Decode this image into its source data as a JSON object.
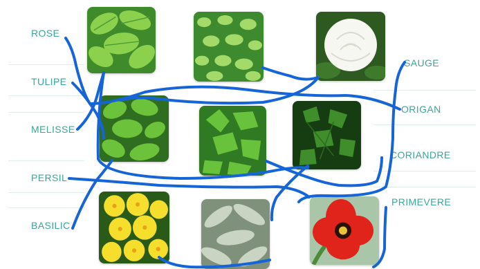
{
  "left_labels": [
    "ROSE",
    "TULIPE",
    "MELISSE",
    "PERSIL",
    "BASILIC"
  ],
  "right_labels": [
    "SAUGE",
    "ORIGAN",
    "CORIANDRE",
    "PRIMEVERE"
  ],
  "photos": [
    {
      "id": "melisse",
      "icon": "mint-leaves-photo",
      "bg": "#3f8a2a",
      "leaf": "#8cd14e"
    },
    {
      "id": "origan",
      "icon": "oregano-leaves-photo",
      "bg": "#3e8a2f",
      "leaf": "#a4da69"
    },
    {
      "id": "rose",
      "icon": "white-rose-photo",
      "bg": "#2e5a22",
      "leaf": "#f7f7f2"
    },
    {
      "id": "basilic",
      "icon": "basil-leaves-photo",
      "bg": "#2f6d20",
      "leaf": "#6cc23a"
    },
    {
      "id": "persil",
      "icon": "flat-parsley-photo",
      "bg": "#2f7a23",
      "leaf": "#69c23c"
    },
    {
      "id": "coriandre",
      "icon": "coriander-leaves-photo",
      "bg": "#163d12",
      "leaf": "#3f8e2b"
    },
    {
      "id": "primevere",
      "icon": "yellow-primrose-photo",
      "bg": "#2a5a18",
      "leaf": "#f6de2c"
    },
    {
      "id": "sauge",
      "icon": "sage-leaves-photo",
      "bg": "#7f917a",
      "leaf": "#c9d4c2"
    },
    {
      "id": "tulipe",
      "icon": "red-tulip-photo",
      "bg": "#a9c7a8",
      "leaf": "#e0231b"
    }
  ],
  "colors": {
    "label": "#3fa39a",
    "ink": "#1565d8",
    "rule": "#dfeeea"
  }
}
